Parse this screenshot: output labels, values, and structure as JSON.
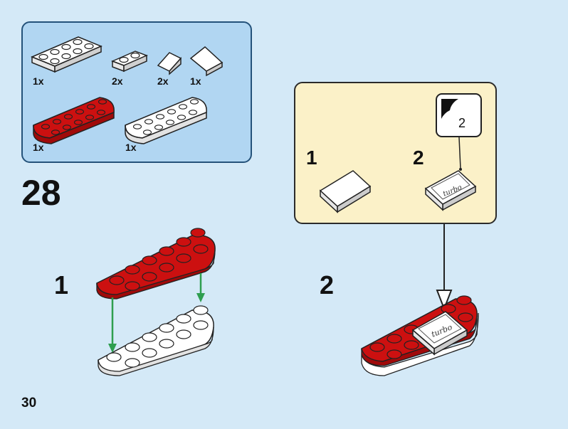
{
  "parts_list": {
    "items": [
      {
        "qty": "1x",
        "name": "white-plate-2x4"
      },
      {
        "qty": "2x",
        "name": "white-plate-1x2"
      },
      {
        "qty": "2x",
        "name": "white-slope-1x1"
      },
      {
        "qty": "1x",
        "name": "white-slope-1x2"
      },
      {
        "qty": "1x",
        "name": "red-plate-round-2x6"
      },
      {
        "qty": "1x",
        "name": "white-plate-round-2x6"
      }
    ]
  },
  "step": {
    "number": "28"
  },
  "sub_steps": [
    "1",
    "2"
  ],
  "callout": {
    "steps": [
      "1",
      "2"
    ],
    "sticker_number": "2",
    "sticker_text": "turbo"
  },
  "colors": {
    "red": "#cc1010",
    "white": "#ffffff",
    "arrow_green": "#2e9e4f",
    "panel_blue": "#b1d6f2",
    "callout_yellow": "#fbf1c8"
  },
  "page": {
    "number": "30"
  }
}
